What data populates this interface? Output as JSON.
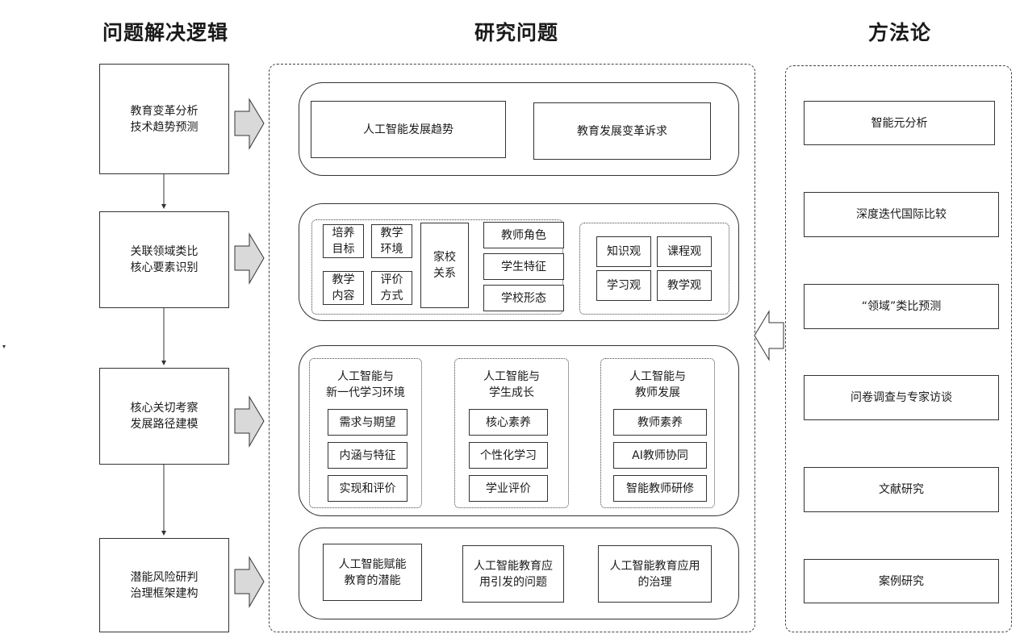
{
  "headers": {
    "left": "问题解决逻辑",
    "center": "研究问题",
    "right": "方法论"
  },
  "logic_steps": [
    "教育变革分析\n技术趋势预测",
    "关联领域类比\n核心要素识别",
    "核心关切考察\n发展路径建模",
    "潜能风险研判\n治理框架建构"
  ],
  "row1": {
    "items": [
      "人工智能发展趋势",
      "教育发展变革诉求"
    ]
  },
  "row2": {
    "small_cells": [
      "培养\n目标",
      "教学\n环境",
      "教学\n内容",
      "评价\n方式"
    ],
    "home_school": "家校\n关系",
    "middle": [
      "教师角色",
      "学生特征",
      "学校形态"
    ],
    "views": [
      "知识观",
      "课程观",
      "学习观",
      "教学观"
    ]
  },
  "row3": {
    "groups": [
      {
        "title": "人工智能与\n新一代学习环境",
        "items": [
          "需求与期望",
          "内涵与特征",
          "实现和评价"
        ]
      },
      {
        "title": "人工智能与\n学生成长",
        "items": [
          "核心素养",
          "个性化学习",
          "学业评价"
        ]
      },
      {
        "title": "人工智能与\n教师发展",
        "items": [
          "教师素养",
          "AI教师协同",
          "智能教师研修"
        ]
      }
    ]
  },
  "row4": {
    "items": [
      "人工智能赋能\n教育的潜能",
      "人工智能教育应\n用引发的问题",
      "人工智能教育应用\n的治理"
    ]
  },
  "methods": [
    "智能元分析",
    "深度迭代国际比较",
    "“领域”类比预测",
    "问卷调查与专家访谈",
    "文献研究",
    "案例研究"
  ],
  "colors": {
    "arrow_fill": "#d9d9d9",
    "stroke": "#333333"
  }
}
